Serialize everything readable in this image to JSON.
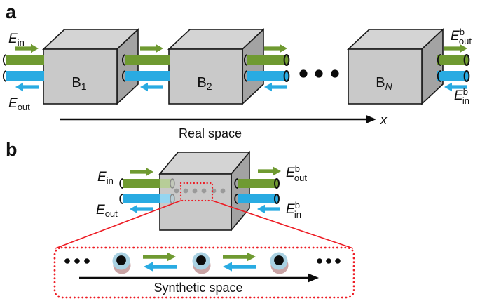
{
  "figure": {
    "panel_a": {
      "label": "a",
      "e_in": {
        "base": "E",
        "sub": "in"
      },
      "e_out": {
        "base": "E",
        "sub": "out"
      },
      "e_out_b": {
        "base": "E",
        "sup": "b",
        "sub": "out"
      },
      "e_in_b": {
        "base": "E",
        "sup": "b",
        "sub": "in"
      },
      "boxes": [
        {
          "base": "B",
          "sub": "1"
        },
        {
          "base": "B",
          "sub": "2"
        },
        {
          "base": "B",
          "sub": "N"
        }
      ],
      "axis_label": "x",
      "caption": "Real space"
    },
    "panel_b": {
      "label": "b",
      "e_in": {
        "base": "E",
        "sub": "in"
      },
      "e_out": {
        "base": "E",
        "sub": "out"
      },
      "e_out_b": {
        "base": "E",
        "sup": "b",
        "sub": "out"
      },
      "e_in_b": {
        "base": "E",
        "sup": "b",
        "sub": "in"
      },
      "caption": "Synthetic space"
    },
    "colors": {
      "forward_green": "#6f9a31",
      "backward_blue": "#29abe2",
      "box_front": "#c9c9c9",
      "box_top": "#d4d4d4",
      "box_side": "#a3a3a3",
      "highlight_red": "#ed1c24",
      "site_outer_blue": "#a9d1e2",
      "site_shadow_pink": "#c9a3a4",
      "site_core_black": "#0b0b0b",
      "lattice_dot_gray": "#9a9a9a"
    }
  }
}
